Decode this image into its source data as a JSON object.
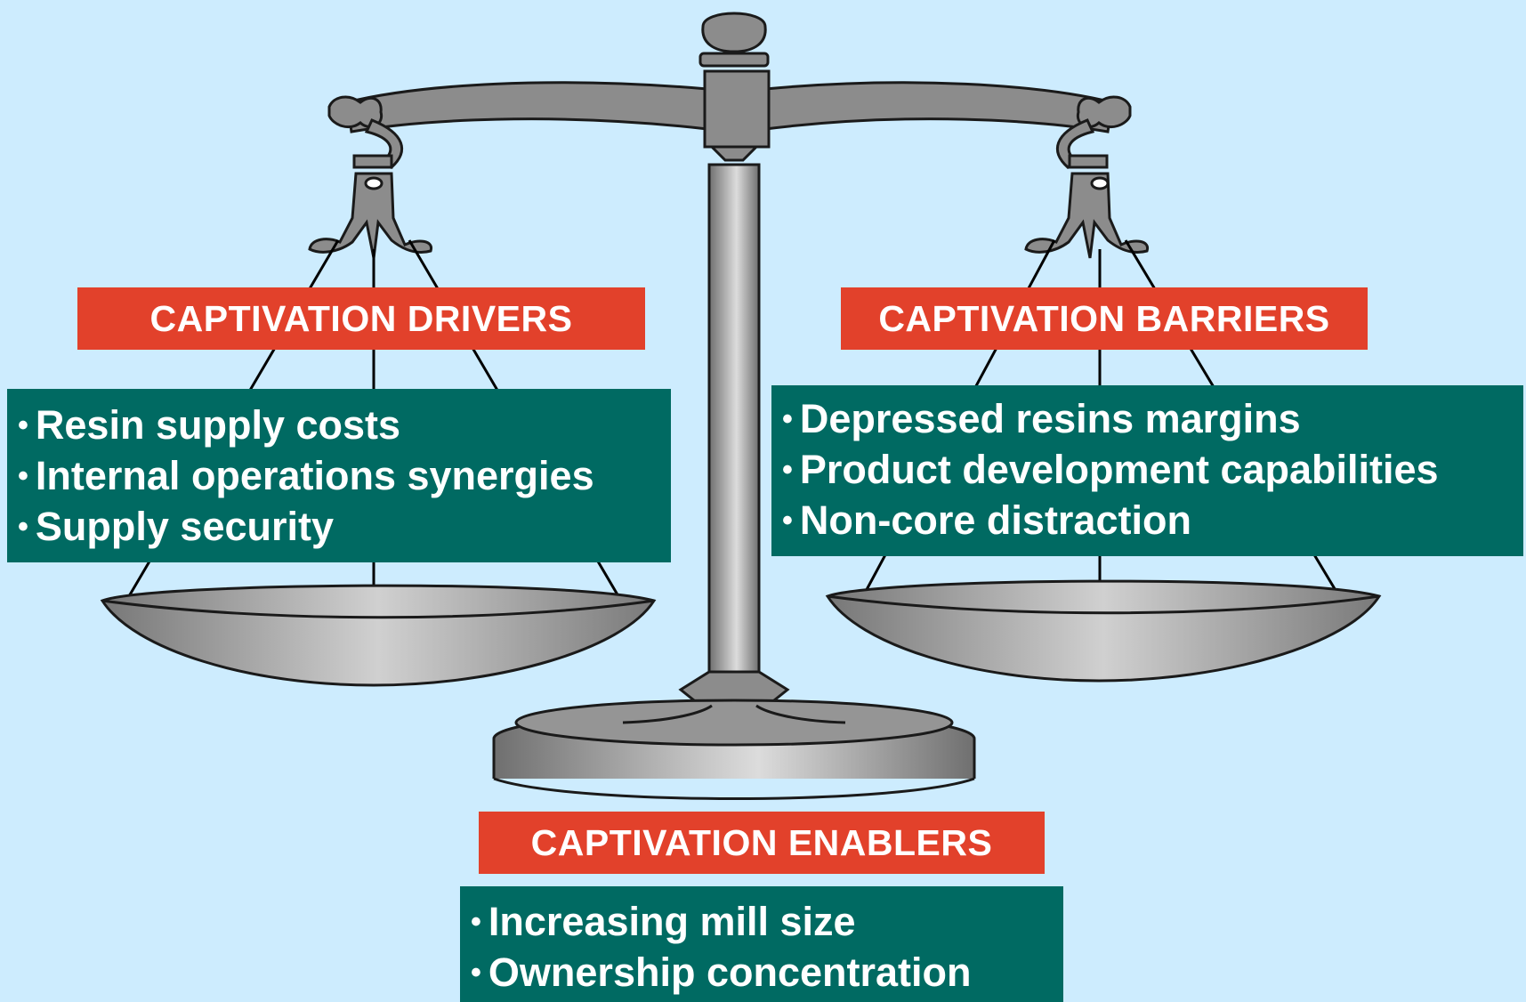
{
  "colors": {
    "background": "#cdecfe",
    "header_fill": "#e2412b",
    "panel_fill": "#006a62",
    "text": "#ffffff",
    "scale_metal": "#8c8c8c"
  },
  "illustration": "balance-scale",
  "drivers": {
    "title": "CAPTIVATION DRIVERS",
    "items": [
      "Resin supply costs",
      "Internal operations synergies",
      "Supply security"
    ]
  },
  "barriers": {
    "title": "CAPTIVATION BARRIERS",
    "items": [
      "Depressed resins margins",
      "Product development capabilities",
      "Non-core distraction"
    ]
  },
  "enablers": {
    "title": "CAPTIVATION ENABLERS",
    "items": [
      "Increasing mill size",
      "Ownership concentration"
    ]
  }
}
